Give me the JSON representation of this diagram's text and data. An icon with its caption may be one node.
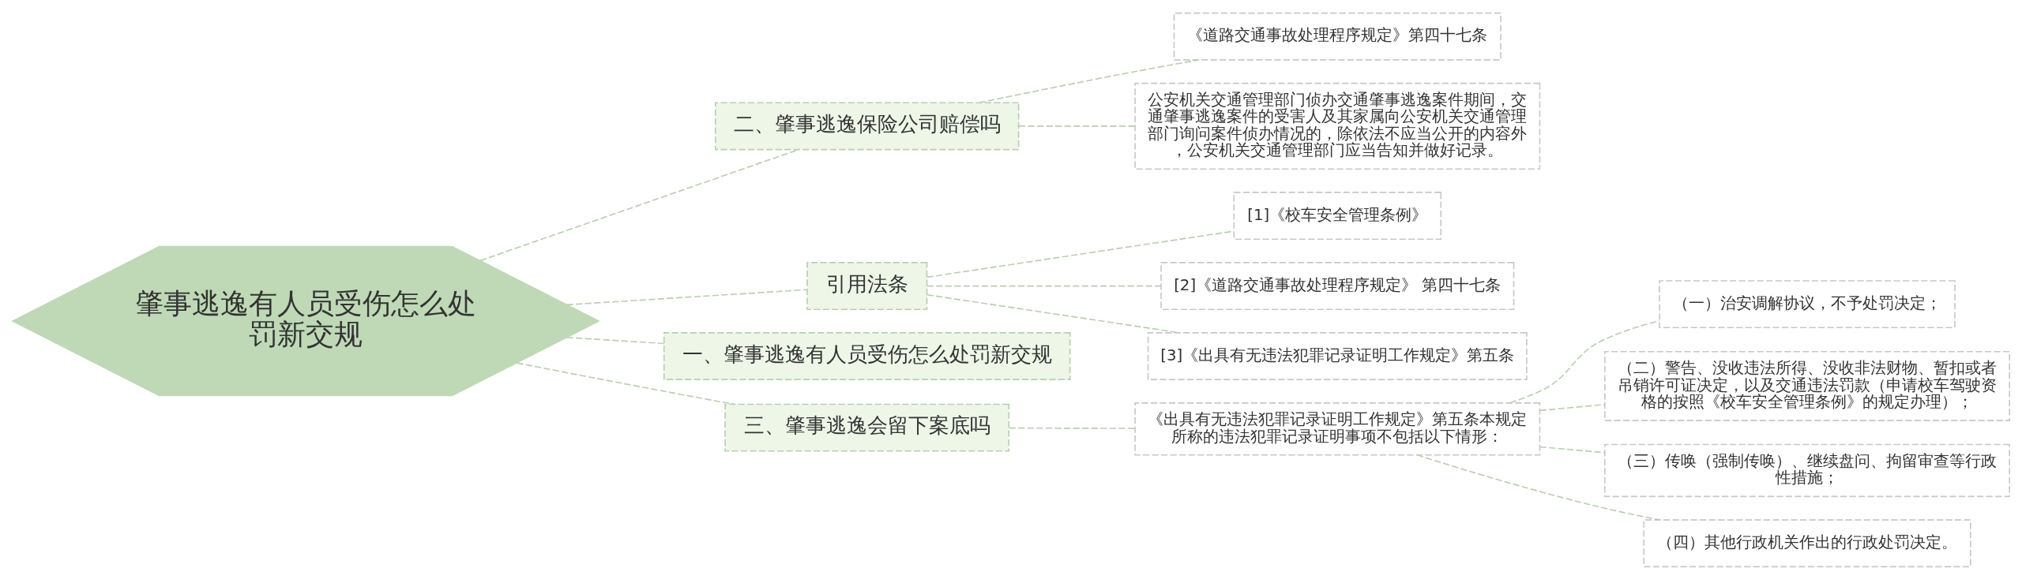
{
  "diagram": {
    "nodes": [
      {
        "text": [
          "肇事逃逸有人员受伤怎么处罚新交规"
        ]
      },
      {
        "text": [
          "二、肇事逃逸保险公司赔偿吗"
        ]
      },
      {
        "text": [
          "《道路交通事故处理程序规定》第四十七条"
        ]
      },
      {
        "text": [
          "公安机关交通管理部门侦办交通肇事逃逸案件期间，交通肇事逃逸案件的受害人及其家属向公安机关交通管理部门询问案件侦办情况的，除依法不应当公开的内容外，公安机关交通管理部门应当告知并做好记录。"
        ]
      },
      {
        "text": [
          "引用法条"
        ]
      },
      {
        "text": [
          "[1]《校车安全管理条例》"
        ]
      },
      {
        "text": [
          "[2]《道路交通事故处理程序规定》 第四十七条"
        ]
      },
      {
        "text": [
          "[3]《出具有无违法犯罪记录证明工作规定》第五条"
        ]
      },
      {
        "text": [
          "一、肇事逃逸有人员受伤怎么处罚新交规"
        ]
      },
      {
        "text": [
          "三、肇事逃逸会留下案底吗"
        ]
      },
      {
        "text": [
          "《出具有无违法犯罪记录证明工作规定》第五条本规定所称的违法犯罪记录证明事项不包括以下情形："
        ]
      },
      {
        "text": [
          "（一）治安调解协议，不予处罚决定；"
        ]
      },
      {
        "text": [
          "（二）警告、没收违法所得、没收非法财物、暂扣或者吊销许可证决定，以及交通违法罚款（申请校车驾驶资格的按照《校车安全管理条例》的规定办理）；"
        ]
      },
      {
        "text": [
          "（三）传唤（强制传唤）、继续盘问、拘留审查等行政性措施；"
        ]
      },
      {
        "text": [
          "（四）其他行政机关作出的行政处罚决定。"
        ]
      }
    ],
    "edges": [
      {
        "from": 0,
        "to": 1,
        "arrow": "none"
      },
      {
        "from": 1,
        "to": 2,
        "arrow": "none"
      },
      {
        "from": 1,
        "to": 3,
        "arrow": "none"
      },
      {
        "from": 0,
        "to": 4,
        "arrow": "none"
      },
      {
        "from": 4,
        "to": 5,
        "arrow": "none"
      },
      {
        "from": 4,
        "to": 6,
        "arrow": "none"
      },
      {
        "from": 4,
        "to": 7,
        "arrow": "none"
      },
      {
        "from": 0,
        "to": 8,
        "arrow": "none"
      },
      {
        "from": 0,
        "to": 9,
        "arrow": "none"
      },
      {
        "from": 9,
        "to": 10,
        "arrow": "none"
      },
      {
        "from": 10,
        "to": 11,
        "arrow": "none"
      },
      {
        "from": 10,
        "to": 12,
        "arrow": "none"
      },
      {
        "from": 10,
        "to": 13,
        "arrow": "none"
      },
      {
        "from": 10,
        "to": 14,
        "arrow": "none"
      }
    ]
  }
}
